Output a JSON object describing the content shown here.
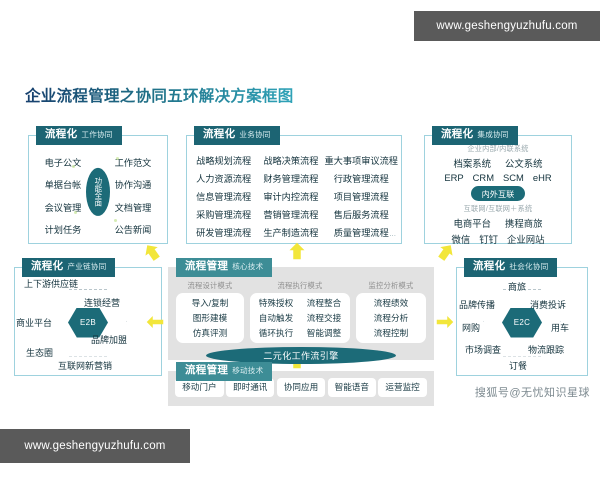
{
  "page": {
    "title": "企业流程管理之协同五环解决方案框图",
    "accent_teal": "#1c6b78",
    "accent_tag": "#1c6473",
    "arrow_yellow": "#f2e63a",
    "panel_border": "#9ed2de",
    "grey_panel": "#e2e2e2",
    "background": "#ffffff"
  },
  "watermarks": {
    "top_right": "www.geshengyuzhufu.com",
    "bottom_left": "www.geshengyuzhufu.com",
    "sohu": "搜狐号@无忧知识星球"
  },
  "panels": {
    "work": {
      "tag_main": "流程化",
      "tag_sub": "工作协同",
      "center": "功能全面",
      "left_items": [
        "电子公文",
        "单据台帐",
        "会议管理",
        "计划任务"
      ],
      "right_items": [
        "工作范文",
        "协作沟通",
        "文档管理",
        "公告新闻"
      ]
    },
    "business": {
      "tag_main": "流程化",
      "tag_sub": "业务协同",
      "items": [
        "战略规划流程",
        "战略决策流程",
        "重大事项审议流程",
        "人力资源流程",
        "财务管理流程",
        "行政管理流程",
        "信息管理流程",
        "审计内控流程",
        "项目管理流程",
        "采购管理流程",
        "营销管理流程",
        "售后服务流程",
        "研发管理流程",
        "生产制造流程",
        "质量管理流程"
      ],
      "ellipsis": "..."
    },
    "integration": {
      "tag_main": "流程化",
      "tag_sub": "集成协同",
      "label_internal": "企业内部/内联系统",
      "row_internal_1": [
        "档案系统",
        "公文系统"
      ],
      "row_internal_2": [
        "ERP",
        "CRM",
        "SCM",
        "eHR"
      ],
      "pill": "内外互联",
      "label_external": "互联网/互联网＋系统",
      "row_external_1": [
        "电商平台",
        "携程商旅"
      ],
      "row_external_2": [
        "微信",
        "钉钉",
        "企业网站"
      ]
    },
    "industry": {
      "tag_main": "流程化",
      "tag_sub": "产业链协同",
      "core": "E2B",
      "labels": [
        "上下游供应链",
        "连锁经营",
        "商业平台",
        "品牌加盟",
        "生态圈",
        "互联网新营销"
      ]
    },
    "social": {
      "tag_main": "流程化",
      "tag_sub": "社会化协同",
      "core": "E2C",
      "labels": [
        "商旅",
        "消费投诉",
        "用车",
        "物流跟踪",
        "订餐",
        "市场调查",
        "网购",
        "品牌传播"
      ]
    },
    "core_tech": {
      "tag_main": "流程管理",
      "tag_sub": "核心技术",
      "group_design": {
        "head": "流程设计模式",
        "items": [
          "导入/复制",
          "图形建模",
          "仿真评测"
        ]
      },
      "group_exec": {
        "head": "流程执行模式",
        "col_a": [
          "特殊授权",
          "自动触发",
          "循环执行"
        ],
        "col_b": [
          "流程整合",
          "流程交接",
          "智能调整"
        ]
      },
      "group_monitor": {
        "head": "监控分析模式",
        "items": [
          "流程绩效",
          "流程分析",
          "流程控制"
        ]
      },
      "engine": "二元化工作流引擎"
    },
    "mobile": {
      "tag_main": "流程管理",
      "tag_sub": "移动技术",
      "chips": [
        "移动门户",
        "即时通讯",
        "协同应用",
        "智能语音",
        "运营监控"
      ]
    }
  }
}
